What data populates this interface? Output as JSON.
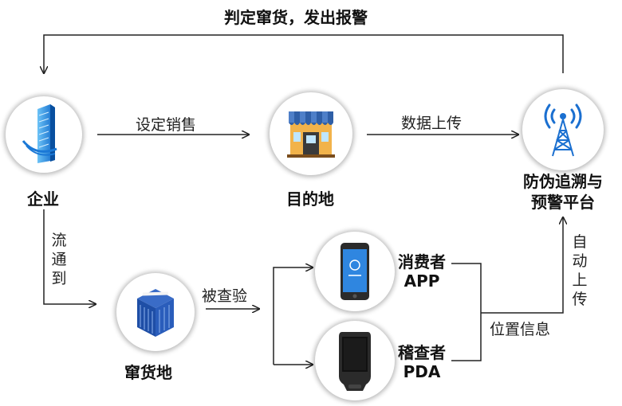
{
  "top_label": "判定窜货，发出报警",
  "nodes": {
    "enterprise": {
      "label": "企业",
      "icon": "building-icon"
    },
    "destination": {
      "label": "目的地",
      "icon": "storefront-icon"
    },
    "platform": {
      "label_line1": "防伪追溯与",
      "label_line2": "预警平台",
      "icon": "signal-tower-icon"
    },
    "diversion": {
      "label": "窜货地",
      "icon": "shipping-container-icon"
    },
    "consumer": {
      "label_line1": "消费者",
      "label_line2": "APP",
      "icon": "smartphone-icon"
    },
    "inspector": {
      "label_line1": "稽查者",
      "label_line2": "PDA",
      "icon": "handheld-pda-icon"
    }
  },
  "edges": {
    "set_sales": "设定销售",
    "data_upload": "数据上传",
    "flow_to": [
      "流",
      "通",
      "到"
    ],
    "checked": "被查验",
    "location_info": "位置信息",
    "auto_upload": [
      "自",
      "动",
      "上",
      "传"
    ]
  }
}
